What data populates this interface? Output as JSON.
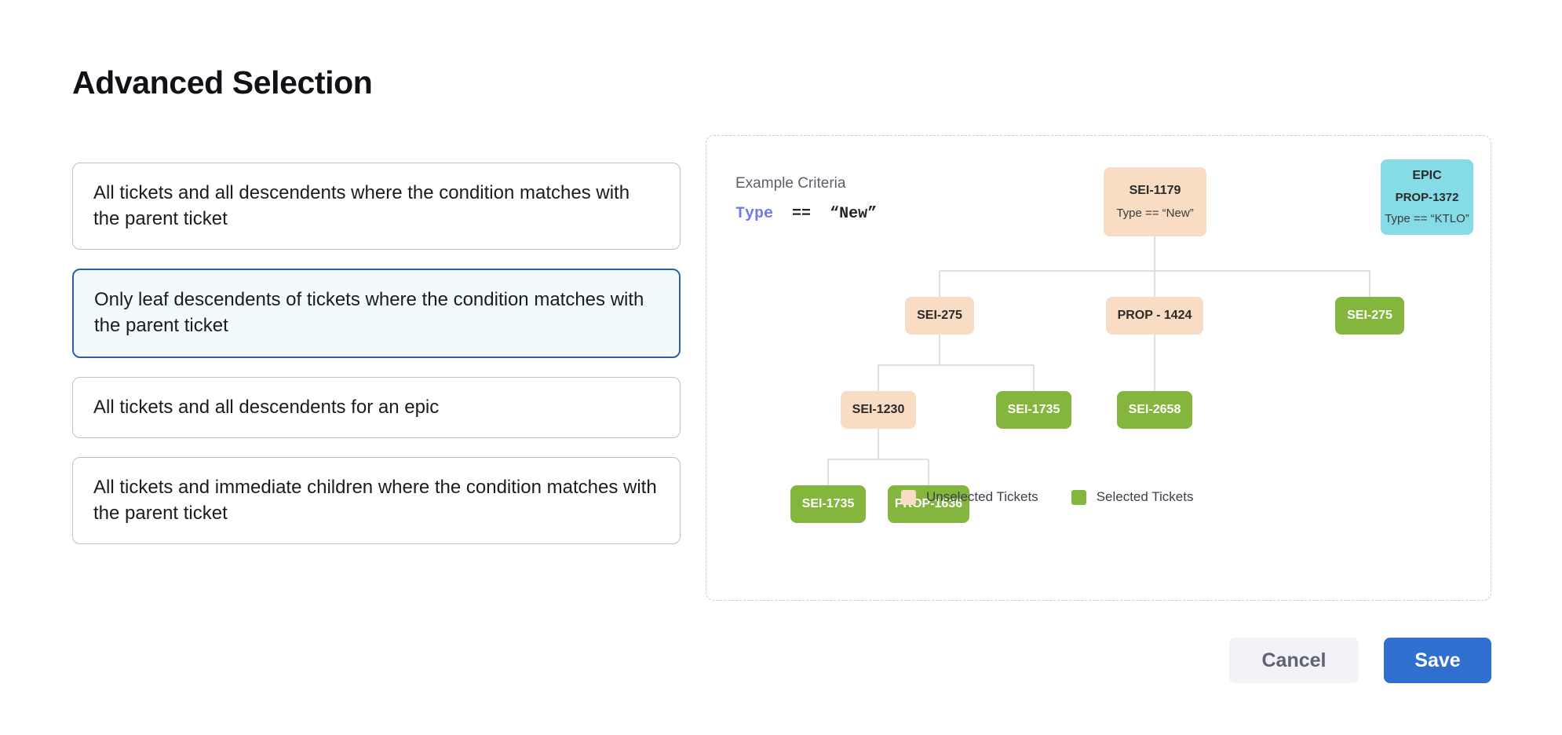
{
  "page": {
    "title": "Advanced Selection"
  },
  "options": [
    {
      "label": "All tickets and all descendents where the condition matches with the parent ticket",
      "selected": false
    },
    {
      "label": "Only leaf descendents of tickets where the condition matches with the parent ticket",
      "selected": true
    },
    {
      "label": "All tickets and all descendents for an epic",
      "selected": false
    },
    {
      "label": "All tickets and immediate children where the condition matches with the parent ticket",
      "selected": false
    }
  ],
  "diagram": {
    "criteria_label": "Example Criteria",
    "criteria": {
      "field": "Type",
      "operator": "==",
      "value": "“New”"
    },
    "nodes": [
      {
        "id": "root",
        "line1": "SEI-1179",
        "line2": "Type == “New”",
        "state": "unselected"
      },
      {
        "id": "epic",
        "line1": "EPIC",
        "line2": "PROP-1372",
        "line3": "Type == “KTLO”",
        "state": "epic"
      },
      {
        "id": "sei275a",
        "line1": "SEI-275",
        "state": "unselected"
      },
      {
        "id": "prop1424",
        "line1": "PROP - 1424",
        "state": "unselected"
      },
      {
        "id": "sei275b",
        "line1": "SEI-275",
        "state": "selected"
      },
      {
        "id": "sei1230",
        "line1": "SEI-1230",
        "state": "unselected"
      },
      {
        "id": "sei1735a",
        "line1": "SEI-1735",
        "state": "selected"
      },
      {
        "id": "sei2658",
        "line1": "SEI-2658",
        "state": "selected"
      },
      {
        "id": "sei1735b",
        "line1": "SEI-1735",
        "state": "selected"
      },
      {
        "id": "prop1636",
        "line1": "PROP-1636",
        "state": "selected"
      }
    ],
    "legend": [
      {
        "label": "Unselected Tickets",
        "color": "#f8dcc4"
      },
      {
        "label": "Selected Tickets",
        "color": "#84b53c"
      }
    ]
  },
  "footer": {
    "cancel_label": "Cancel",
    "save_label": "Save"
  },
  "colors": {
    "unselected": "#f8dcc4",
    "selected": "#84b53c",
    "epic": "#85dbe6",
    "accent": "#2f6fd0",
    "selected_card_border": "#2d5fa8",
    "selected_card_bg": "#f2fafc",
    "criteria_keyword": "#6f7ae8",
    "connector": "#d5d7df"
  }
}
